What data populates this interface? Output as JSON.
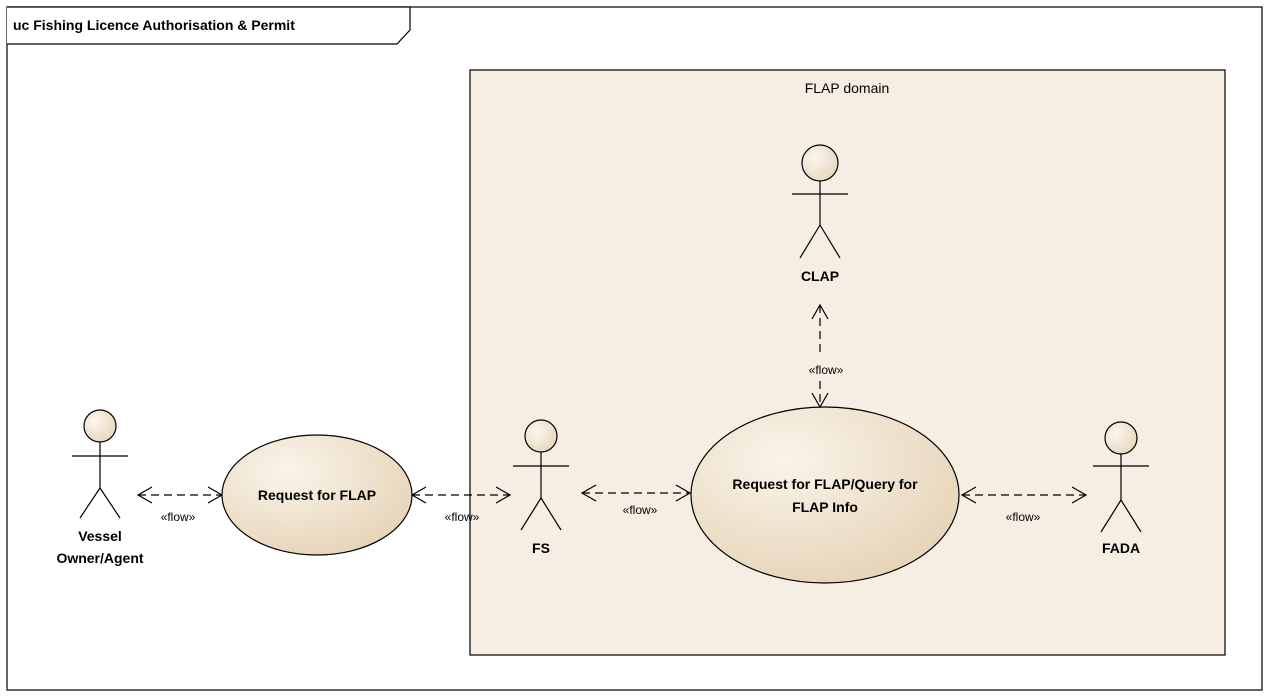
{
  "frame": {
    "title": "uc Fishing Licence Authorisation & Permit"
  },
  "boundary": {
    "name": "FLAP domain"
  },
  "actors": {
    "vessel_line1": "Vessel",
    "vessel_line2": "Owner/Agent",
    "fs": "FS",
    "clap": "CLAP",
    "fada": "FADA"
  },
  "use_cases": {
    "request_flap": "Request for FLAP",
    "query_line1": "Request for FLAP/Query for",
    "query_line2": "FLAP Info"
  },
  "flow_label": "«flow»",
  "colors": {
    "boundary_fill": "#f6eee3",
    "usecase_fill": "#ecdcc3",
    "actor_fill": "#f1e6d4",
    "stroke": "#000000"
  }
}
